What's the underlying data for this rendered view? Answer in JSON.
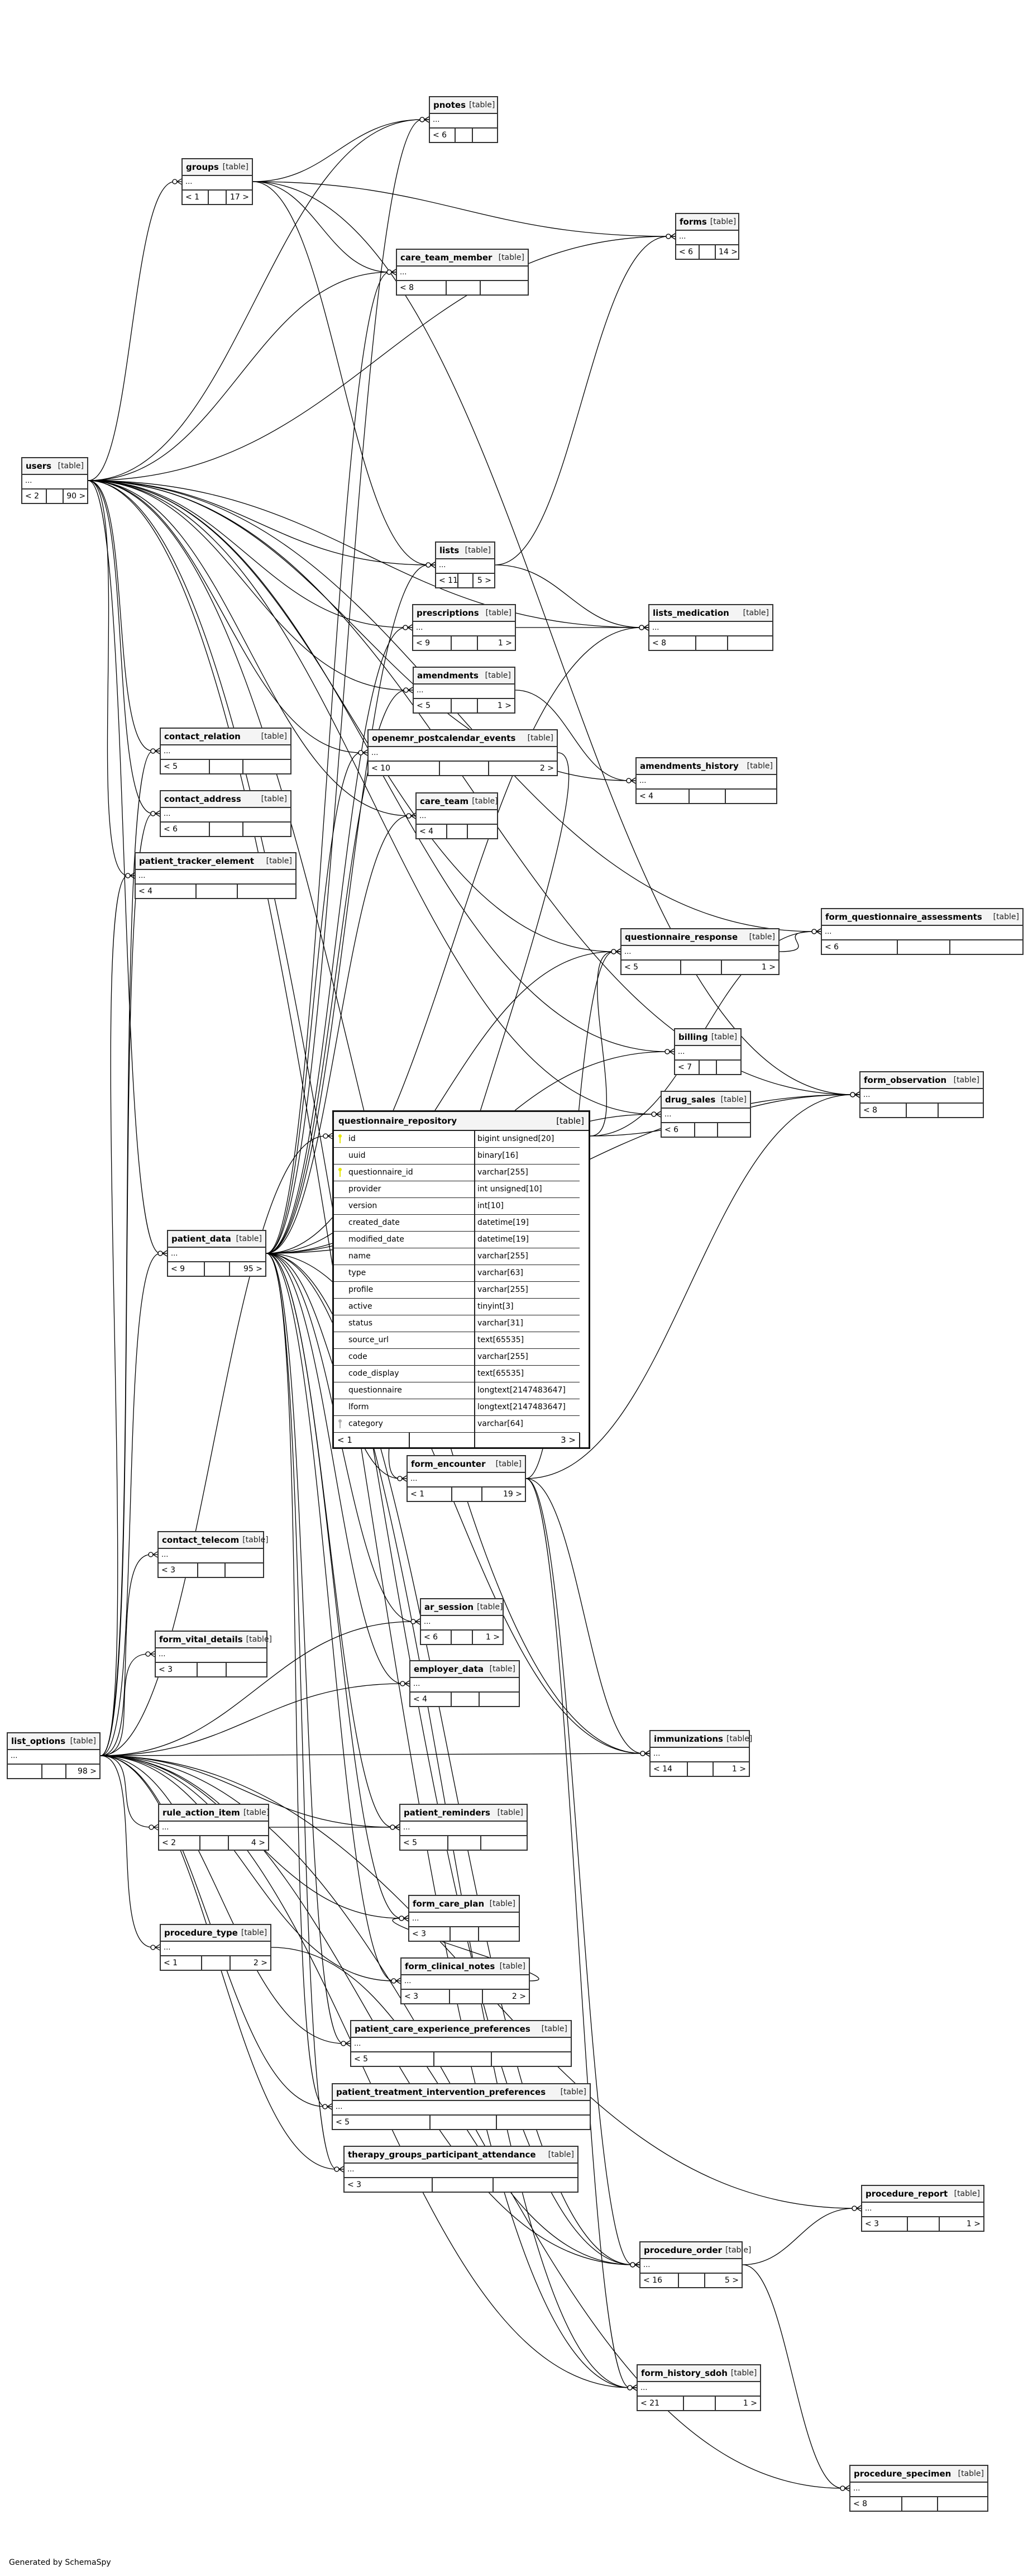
{
  "diagram": {
    "type_label": "[table]",
    "ellipsis": "...",
    "footer": "Generated by SchemaSpy",
    "key_colors": {
      "primary": "#e6e600",
      "foreign": "#b0b0b0"
    }
  },
  "tables": [
    {
      "id": "pnotes",
      "name": "pnotes",
      "parents": "< 6",
      "children": ""
    },
    {
      "id": "groups",
      "name": "groups",
      "parents": "< 1",
      "children": "17 >"
    },
    {
      "id": "forms",
      "name": "forms",
      "parents": "< 6",
      "children": "14 >"
    },
    {
      "id": "care_team_member",
      "name": "care_team_member",
      "parents": "< 8",
      "children": ""
    },
    {
      "id": "users",
      "name": "users",
      "parents": "< 2",
      "children": "90 >"
    },
    {
      "id": "lists",
      "name": "lists",
      "parents": "< 11",
      "children": "5 >"
    },
    {
      "id": "prescriptions",
      "name": "prescriptions",
      "parents": "< 9",
      "children": "1 >"
    },
    {
      "id": "lists_medication",
      "name": "lists_medication",
      "parents": "< 8",
      "children": ""
    },
    {
      "id": "amendments",
      "name": "amendments",
      "parents": "< 5",
      "children": "1 >"
    },
    {
      "id": "openemr_postcalendar_events",
      "name": "openemr_postcalendar_events",
      "parents": "< 10",
      "children": "2 >"
    },
    {
      "id": "contact_relation",
      "name": "contact_relation",
      "parents": "< 5",
      "children": ""
    },
    {
      "id": "amendments_history",
      "name": "amendments_history",
      "parents": "< 4",
      "children": ""
    },
    {
      "id": "contact_address",
      "name": "contact_address",
      "parents": "< 6",
      "children": ""
    },
    {
      "id": "care_team",
      "name": "care_team",
      "parents": "< 4",
      "children": ""
    },
    {
      "id": "patient_tracker_element",
      "name": "patient_tracker_element",
      "parents": "< 4",
      "children": ""
    },
    {
      "id": "form_questionnaire_assessments",
      "name": "form_questionnaire_assessments",
      "parents": "< 6",
      "children": ""
    },
    {
      "id": "questionnaire_response",
      "name": "questionnaire_response",
      "parents": "< 5",
      "children": "1 >"
    },
    {
      "id": "billing",
      "name": "billing",
      "parents": "< 7",
      "children": ""
    },
    {
      "id": "form_observation",
      "name": "form_observation",
      "parents": "< 8",
      "children": ""
    },
    {
      "id": "drug_sales",
      "name": "drug_sales",
      "parents": "< 6",
      "children": ""
    },
    {
      "id": "patient_data",
      "name": "patient_data",
      "parents": "< 9",
      "children": "95 >"
    },
    {
      "id": "form_encounter",
      "name": "form_encounter",
      "parents": "< 1",
      "children": "19 >"
    },
    {
      "id": "contact_telecom",
      "name": "contact_telecom",
      "parents": "< 3",
      "children": ""
    },
    {
      "id": "ar_session",
      "name": "ar_session",
      "parents": "< 6",
      "children": "1 >"
    },
    {
      "id": "form_vital_details",
      "name": "form_vital_details",
      "parents": "< 3",
      "children": ""
    },
    {
      "id": "employer_data",
      "name": "employer_data",
      "parents": "< 4",
      "children": ""
    },
    {
      "id": "list_options",
      "name": "list_options",
      "parents": "",
      "children": "98 >"
    },
    {
      "id": "immunizations",
      "name": "immunizations",
      "parents": "< 14",
      "children": "1 >"
    },
    {
      "id": "rule_action_item",
      "name": "rule_action_item",
      "parents": "< 2",
      "children": "4 >"
    },
    {
      "id": "patient_reminders",
      "name": "patient_reminders",
      "parents": "< 5",
      "children": ""
    },
    {
      "id": "form_care_plan",
      "name": "form_care_plan",
      "parents": "< 3",
      "children": ""
    },
    {
      "id": "procedure_type",
      "name": "procedure_type",
      "parents": "< 1",
      "children": "2 >"
    },
    {
      "id": "form_clinical_notes",
      "name": "form_clinical_notes",
      "parents": "< 3",
      "children": "2 >"
    },
    {
      "id": "patient_care_experience_preferences",
      "name": "patient_care_experience_preferences",
      "parents": "< 5",
      "children": ""
    },
    {
      "id": "patient_treatment_intervention_preferences",
      "name": "patient_treatment_intervention_preferences",
      "parents": "< 5",
      "children": ""
    },
    {
      "id": "therapy_groups_participant_attendance",
      "name": "therapy_groups_participant_attendance",
      "parents": "< 3",
      "children": ""
    },
    {
      "id": "procedure_report",
      "name": "procedure_report",
      "parents": "< 3",
      "children": "1 >"
    },
    {
      "id": "procedure_order",
      "name": "procedure_order",
      "parents": "< 16",
      "children": "5 >"
    },
    {
      "id": "form_history_sdoh",
      "name": "form_history_sdoh",
      "parents": "< 21",
      "children": "1 >"
    },
    {
      "id": "procedure_specimen",
      "name": "procedure_specimen",
      "parents": "< 8",
      "children": ""
    }
  ],
  "focus_table": {
    "name": "questionnaire_repository",
    "type_label": "[table]",
    "columns": [
      {
        "name": "id",
        "type": "bigint unsigned[20]",
        "key": "primary"
      },
      {
        "name": "uuid",
        "type": "binary[16]",
        "key": ""
      },
      {
        "name": "questionnaire_id",
        "type": "varchar[255]",
        "key": "primary"
      },
      {
        "name": "provider",
        "type": "int unsigned[10]",
        "key": ""
      },
      {
        "name": "version",
        "type": "int[10]",
        "key": ""
      },
      {
        "name": "created_date",
        "type": "datetime[19]",
        "key": ""
      },
      {
        "name": "modified_date",
        "type": "datetime[19]",
        "key": ""
      },
      {
        "name": "name",
        "type": "varchar[255]",
        "key": ""
      },
      {
        "name": "type",
        "type": "varchar[63]",
        "key": ""
      },
      {
        "name": "profile",
        "type": "varchar[255]",
        "key": ""
      },
      {
        "name": "active",
        "type": "tinyint[3]",
        "key": ""
      },
      {
        "name": "status",
        "type": "varchar[31]",
        "key": ""
      },
      {
        "name": "source_url",
        "type": "text[65535]",
        "key": ""
      },
      {
        "name": "code",
        "type": "varchar[255]",
        "key": ""
      },
      {
        "name": "code_display",
        "type": "text[65535]",
        "key": ""
      },
      {
        "name": "questionnaire",
        "type": "longtext[2147483647]",
        "key": ""
      },
      {
        "name": "lform",
        "type": "longtext[2147483647]",
        "key": ""
      },
      {
        "name": "category",
        "type": "varchar[64]",
        "key": "foreign"
      }
    ],
    "parents": "< 1",
    "children": "3 >"
  },
  "relationships": [
    [
      "users",
      "pnotes"
    ],
    [
      "users",
      "groups"
    ],
    [
      "users",
      "forms"
    ],
    [
      "users",
      "care_team_member"
    ],
    [
      "users",
      "lists"
    ],
    [
      "users",
      "prescriptions"
    ],
    [
      "users",
      "lists_medication"
    ],
    [
      "users",
      "amendments"
    ],
    [
      "users",
      "openemr_postcalendar_events"
    ],
    [
      "users",
      "contact_relation"
    ],
    [
      "users",
      "contact_address"
    ],
    [
      "users",
      "care_team"
    ],
    [
      "users",
      "patient_tracker_element"
    ],
    [
      "users",
      "amendments_history"
    ],
    [
      "users",
      "questionnaire_response"
    ],
    [
      "users",
      "form_questionnaire_assessments"
    ],
    [
      "users",
      "form_observation"
    ],
    [
      "users",
      "billing"
    ],
    [
      "users",
      "drug_sales"
    ],
    [
      "users",
      "patient_data"
    ],
    [
      "users",
      "immunizations"
    ],
    [
      "users",
      "procedure_order"
    ],
    [
      "users",
      "form_history_sdoh"
    ],
    [
      "groups",
      "pnotes"
    ],
    [
      "groups",
      "forms"
    ],
    [
      "groups",
      "care_team_member"
    ],
    [
      "groups",
      "lists"
    ],
    [
      "groups",
      "form_observation"
    ],
    [
      "lists",
      "lists_medication"
    ],
    [
      "lists",
      "forms"
    ],
    [
      "prescriptions",
      "lists_medication"
    ],
    [
      "amendments",
      "amendments_history"
    ],
    [
      "patient_data",
      "pnotes"
    ],
    [
      "patient_data",
      "care_team_member"
    ],
    [
      "patient_data",
      "lists"
    ],
    [
      "patient_data",
      "prescriptions"
    ],
    [
      "patient_data",
      "amendments"
    ],
    [
      "patient_data",
      "openemr_postcalendar_events"
    ],
    [
      "patient_data",
      "care_team"
    ],
    [
      "patient_data",
      "form_encounter"
    ],
    [
      "patient_data",
      "ar_session"
    ],
    [
      "patient_data",
      "employer_data"
    ],
    [
      "patient_data",
      "billing"
    ],
    [
      "patient_data",
      "drug_sales"
    ],
    [
      "patient_data",
      "immunizations"
    ],
    [
      "patient_data",
      "patient_reminders"
    ],
    [
      "patient_data",
      "form_care_plan"
    ],
    [
      "patient_data",
      "form_clinical_notes"
    ],
    [
      "patient_data",
      "patient_care_experience_preferences"
    ],
    [
      "patient_data",
      "patient_treatment_intervention_preferences"
    ],
    [
      "patient_data",
      "therapy_groups_participant_attendance"
    ],
    [
      "patient_data",
      "procedure_order"
    ],
    [
      "patient_data",
      "form_history_sdoh"
    ],
    [
      "patient_data",
      "questionnaire_response"
    ],
    [
      "patient_data",
      "form_observation"
    ],
    [
      "patient_data",
      "lists_medication"
    ],
    [
      "list_options",
      "patient_data"
    ],
    [
      "list_options",
      "contact_telecom"
    ],
    [
      "list_options",
      "form_vital_details"
    ],
    [
      "list_options",
      "ar_session"
    ],
    [
      "list_options",
      "employer_data"
    ],
    [
      "list_options",
      "immunizations"
    ],
    [
      "list_options",
      "rule_action_item"
    ],
    [
      "list_options",
      "patient_reminders"
    ],
    [
      "list_options",
      "procedure_type"
    ],
    [
      "list_options",
      "form_care_plan"
    ],
    [
      "list_options",
      "form_clinical_notes"
    ],
    [
      "list_options",
      "patient_care_experience_preferences"
    ],
    [
      "list_options",
      "patient_treatment_intervention_preferences"
    ],
    [
      "list_options",
      "therapy_groups_participant_attendance"
    ],
    [
      "list_options",
      "procedure_order"
    ],
    [
      "list_options",
      "form_history_sdoh"
    ],
    [
      "list_options",
      "procedure_specimen"
    ],
    [
      "list_options",
      "procedure_report"
    ],
    [
      "list_options",
      "questionnaire_repository"
    ],
    [
      "list_options",
      "contact_relation"
    ],
    [
      "list_options",
      "contact_address"
    ],
    [
      "list_options",
      "patient_tracker_element"
    ],
    [
      "form_encounter",
      "immunizations"
    ],
    [
      "form_encounter",
      "form_observation"
    ],
    [
      "form_encounter",
      "procedure_order"
    ],
    [
      "form_encounter",
      "form_history_sdoh"
    ],
    [
      "form_encounter",
      "questionnaire_response"
    ],
    [
      "questionnaire_repository",
      "questionnaire_response"
    ],
    [
      "questionnaire_repository",
      "form_questionnaire_assessments"
    ],
    [
      "questionnaire_repository",
      "form_observation"
    ],
    [
      "questionnaire_response",
      "form_questionnaire_assessments"
    ],
    [
      "rule_action_item",
      "patient_reminders"
    ],
    [
      "procedure_type",
      "procedure_order"
    ],
    [
      "procedure_order",
      "procedure_report"
    ],
    [
      "procedure_order",
      "procedure_specimen"
    ],
    [
      "form_clinical_notes",
      "form_care_plan"
    ],
    [
      "openemr_postcalendar_events",
      "form_encounter"
    ]
  ]
}
